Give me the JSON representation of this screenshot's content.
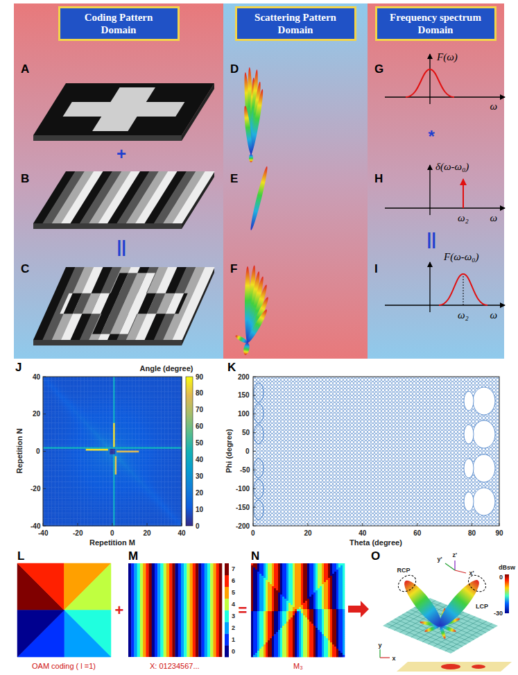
{
  "diagram": {
    "nodes": [
      {
        "text": [
          "Coding Pattern Domain"
        ]
      },
      {
        "text": [
          "Scattering Pattern Domain"
        ]
      },
      {
        "text": [
          "Frequency spectrum Domain"
        ]
      }
    ],
    "labels": [
      "A",
      "B",
      "C",
      "D",
      "E",
      "F",
      "G",
      "H",
      "I",
      "+",
      "||",
      "*",
      "||",
      "F(ω)",
      "ω",
      "δ(ω-ω₀)",
      "ω₂",
      "ω",
      "F(ω-ω₀)",
      "ω₂",
      "ω",
      "J",
      "Angle (degree)",
      "90",
      "80",
      "70",
      "60",
      "50",
      "40",
      "30",
      "20",
      "10",
      "0",
      "40",
      "20",
      "0",
      "-20",
      "-40",
      "-40",
      "-20",
      "0",
      "20",
      "40",
      "Repetition N",
      "Repetition M",
      "K",
      "200",
      "150",
      "100",
      "50",
      "0",
      "-50",
      "-100",
      "-150",
      "-200",
      "0",
      "20",
      "40",
      "60",
      "80",
      "90",
      "Phi (degree)",
      "Theta (degree)",
      "L",
      "M",
      "N",
      "O",
      "+",
      "=",
      "OAM coding ( l =1)",
      "X: 01234567...",
      "M₃",
      "7",
      "6",
      "5",
      "4",
      "3",
      "2",
      "1",
      "0",
      "RCP",
      "LCP",
      "dBsw",
      "0",
      "-30",
      "z'",
      "x'",
      "y'",
      "y",
      "x"
    ]
  }
}
